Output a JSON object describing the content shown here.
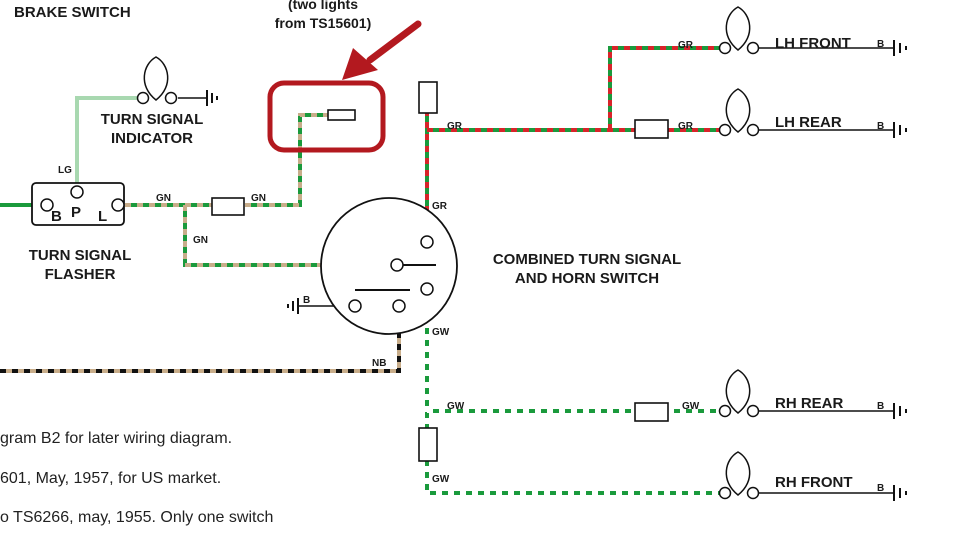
{
  "components": {
    "brake_switch": "BRAKE SWITCH",
    "indicator_lights_note_1": "(two lights",
    "indicator_lights_note_2": "from TS15601)",
    "turn_signal_indicator_1": "TURN SIGNAL",
    "turn_signal_indicator_2": "INDICATOR",
    "flasher_1": "TURN SIGNAL",
    "flasher_2": "FLASHER",
    "combined_switch_1": "COMBINED TURN SIGNAL",
    "combined_switch_2": "AND HORN SWITCH",
    "lh_front": "LH FRONT",
    "lh_rear": "LH REAR",
    "rh_rear": "RH REAR",
    "rh_front": "RH FRONT"
  },
  "flasher_terminals": {
    "b": "B",
    "p": "P",
    "l": "L"
  },
  "wire_codes": {
    "lg": "LG",
    "gn": "GN",
    "gr": "GR",
    "gw": "GW",
    "nb": "NB",
    "b": "B"
  },
  "wire_colors": {
    "green": "#1a9a3c",
    "light_green": "#a8d8b0",
    "tan": "#c8ad8a",
    "red": "#d8242a",
    "white": "#ffffff",
    "black": "#111111",
    "highlight": "#b3191f"
  },
  "notes": [
    "gram B2 for later wiring diagram.",
    "601, May, 1957, for US market.",
    "o TS6266, may, 1955. Only one switch"
  ]
}
